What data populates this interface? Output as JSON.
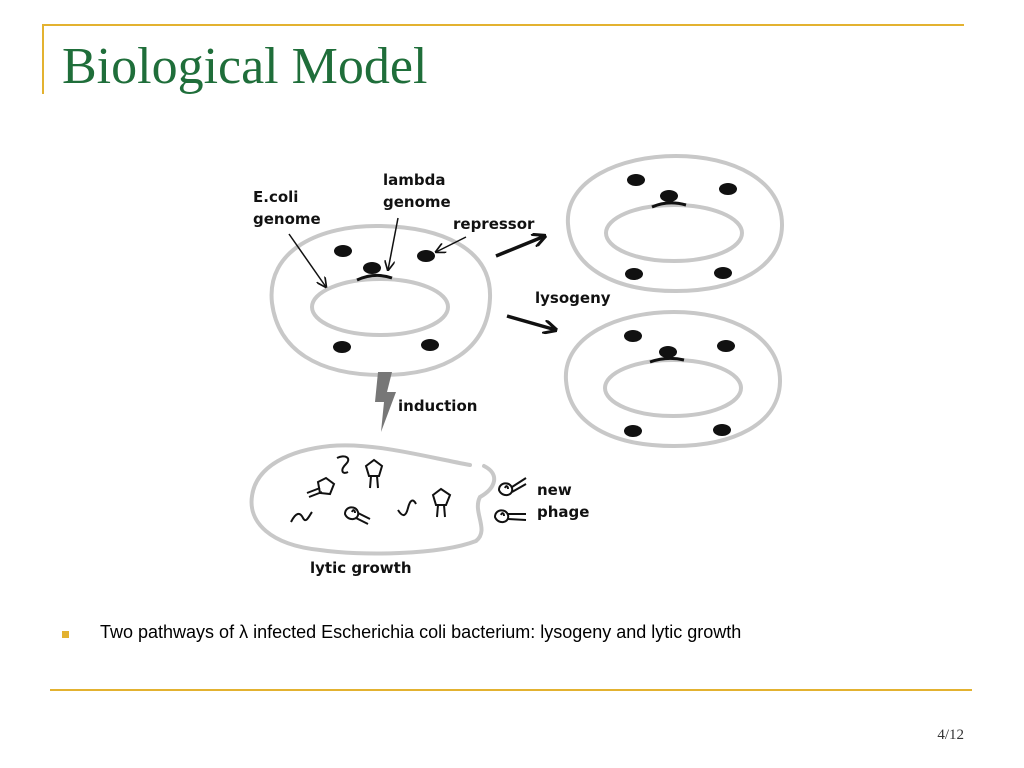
{
  "slide": {
    "title": "Biological Model",
    "bullet": "Two pathways of λ infected Escherichia coli bacterium: lysogeny and lytic growth",
    "page_number": "4/12",
    "accent_color": "#e3b230",
    "title_color": "#1f6e3a"
  },
  "diagram": {
    "labels": {
      "ecoli_line1": "E.coli",
      "ecoli_line2": "genome",
      "lambda_line1": "lambda",
      "lambda_line2": "genome",
      "repressor": "repressor",
      "lysogeny": "lysogeny",
      "induction": "induction",
      "new_line1": "new",
      "new_line2": "phage",
      "lytic": "lytic growth"
    }
  }
}
